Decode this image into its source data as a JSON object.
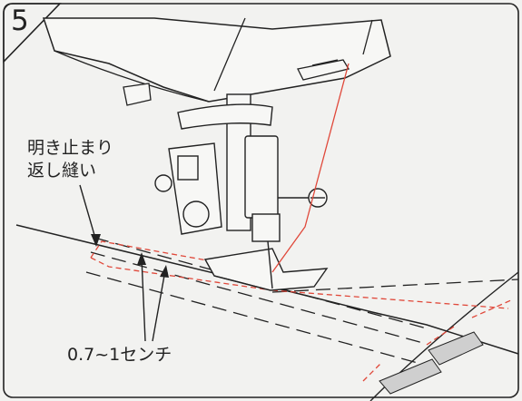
{
  "step": {
    "number": "5"
  },
  "callout": {
    "line1": "明き止まり",
    "line2": "返し縫い"
  },
  "measurement": {
    "label": "0.7~1センチ"
  },
  "colors": {
    "background": "#f2f2f0",
    "line": "#222222",
    "stitch": "#e0483a",
    "tape": "#cfcfcf"
  }
}
